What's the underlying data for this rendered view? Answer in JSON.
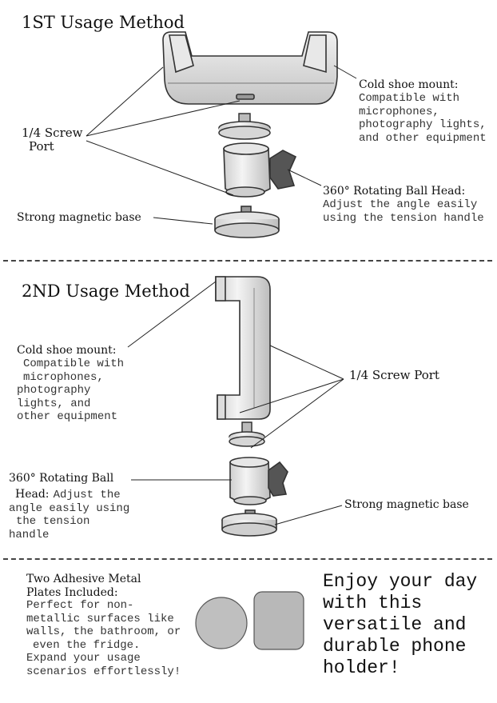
{
  "method1": {
    "title": "1ST Usage Method",
    "screw_port_label": [
      "1/4 Screw",
      "Port"
    ],
    "cold_shoe": {
      "title": "Cold shoe mount:",
      "lines": [
        "Compatible with",
        "microphones,",
        "photography lights,",
        "and other equipment"
      ]
    },
    "ball_head": {
      "title": "360° Rotating Ball Head:",
      "lines": [
        "Adjust the angle easily",
        "using the tension handle"
      ]
    },
    "magnetic_base": "Strong magnetic base"
  },
  "method2": {
    "title": "2ND Usage Method",
    "cold_shoe": {
      "title": "Cold shoe mount:",
      "lines": [
        "Compatible with",
        "microphones,",
        "photography",
        "lights, and",
        "other equipment"
      ]
    },
    "screw_port_label": "1/4 Screw Port",
    "ball_head": {
      "title_lines": [
        "360° Rotating Ball",
        "Head:"
      ],
      "line1_rest": "Adjust the",
      "lines": [
        "angle easily using",
        "the tension",
        "handle"
      ]
    },
    "magnetic_base": "Strong magnetic base"
  },
  "plates": {
    "title_lines": [
      "Two Adhesive Metal",
      "Plates Included:"
    ],
    "lines": [
      "Perfect for non-",
      "metallic surfaces like",
      "walls, the bathroom, or",
      "even the fridge.",
      "Expand your usage",
      "scenarios effortlessly!"
    ]
  },
  "tagline": [
    "Enjoy your day",
    "with this",
    "versatile and",
    "durable phone",
    "holder!"
  ]
}
